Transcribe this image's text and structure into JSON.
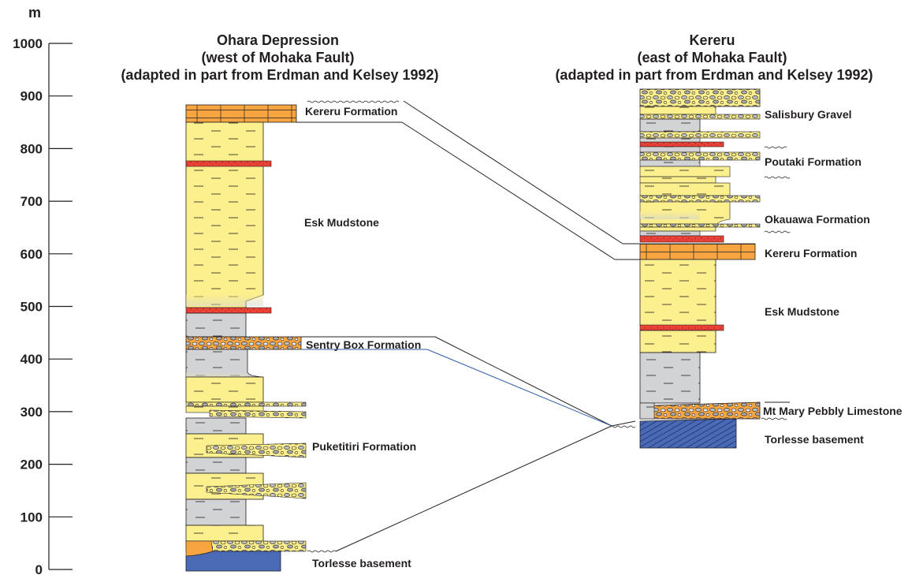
{
  "axis": {
    "unit": "m",
    "ticks": [
      "0",
      "100",
      "200",
      "300",
      "400",
      "500",
      "600",
      "700",
      "800",
      "900",
      "1000"
    ]
  },
  "columns": {
    "left": {
      "title": [
        "Ohara Depression",
        "(west of Mohaka Fault)",
        "(adapted in part from Erdman and Kelsey 1992)"
      ],
      "labels": {
        "kereru": "Kereru Formation",
        "esk": "Esk Mudstone",
        "sentry": "Sentry Box Formation",
        "puketitiri": "Puketitiri Formation",
        "torlesse": "Torlesse basement"
      }
    },
    "right": {
      "title": [
        "Kereru",
        "(east of Mohaka Fault)",
        "(adapted in part from Erdman and Kelsey 1992)"
      ],
      "labels": {
        "salisbury": "Salisbury Gravel",
        "poutaki": "Poutaki Formation",
        "okauawa": "Okauawa Formation",
        "kereru": "Kereru Formation",
        "esk": "Esk Mudstone",
        "mtmary": "Mt Mary Pebbly Limestone",
        "torlesse": "Torlesse basement"
      }
    }
  },
  "colors": {
    "mudstone": "#fbef8e",
    "grey": "#d1d3d4",
    "limestone": "#f7a541",
    "red": "#ef4136",
    "basement": "#4a6ab5",
    "gravel": "#fbef8e",
    "line": "#231f20",
    "blue_line": "#2e5ea8"
  }
}
